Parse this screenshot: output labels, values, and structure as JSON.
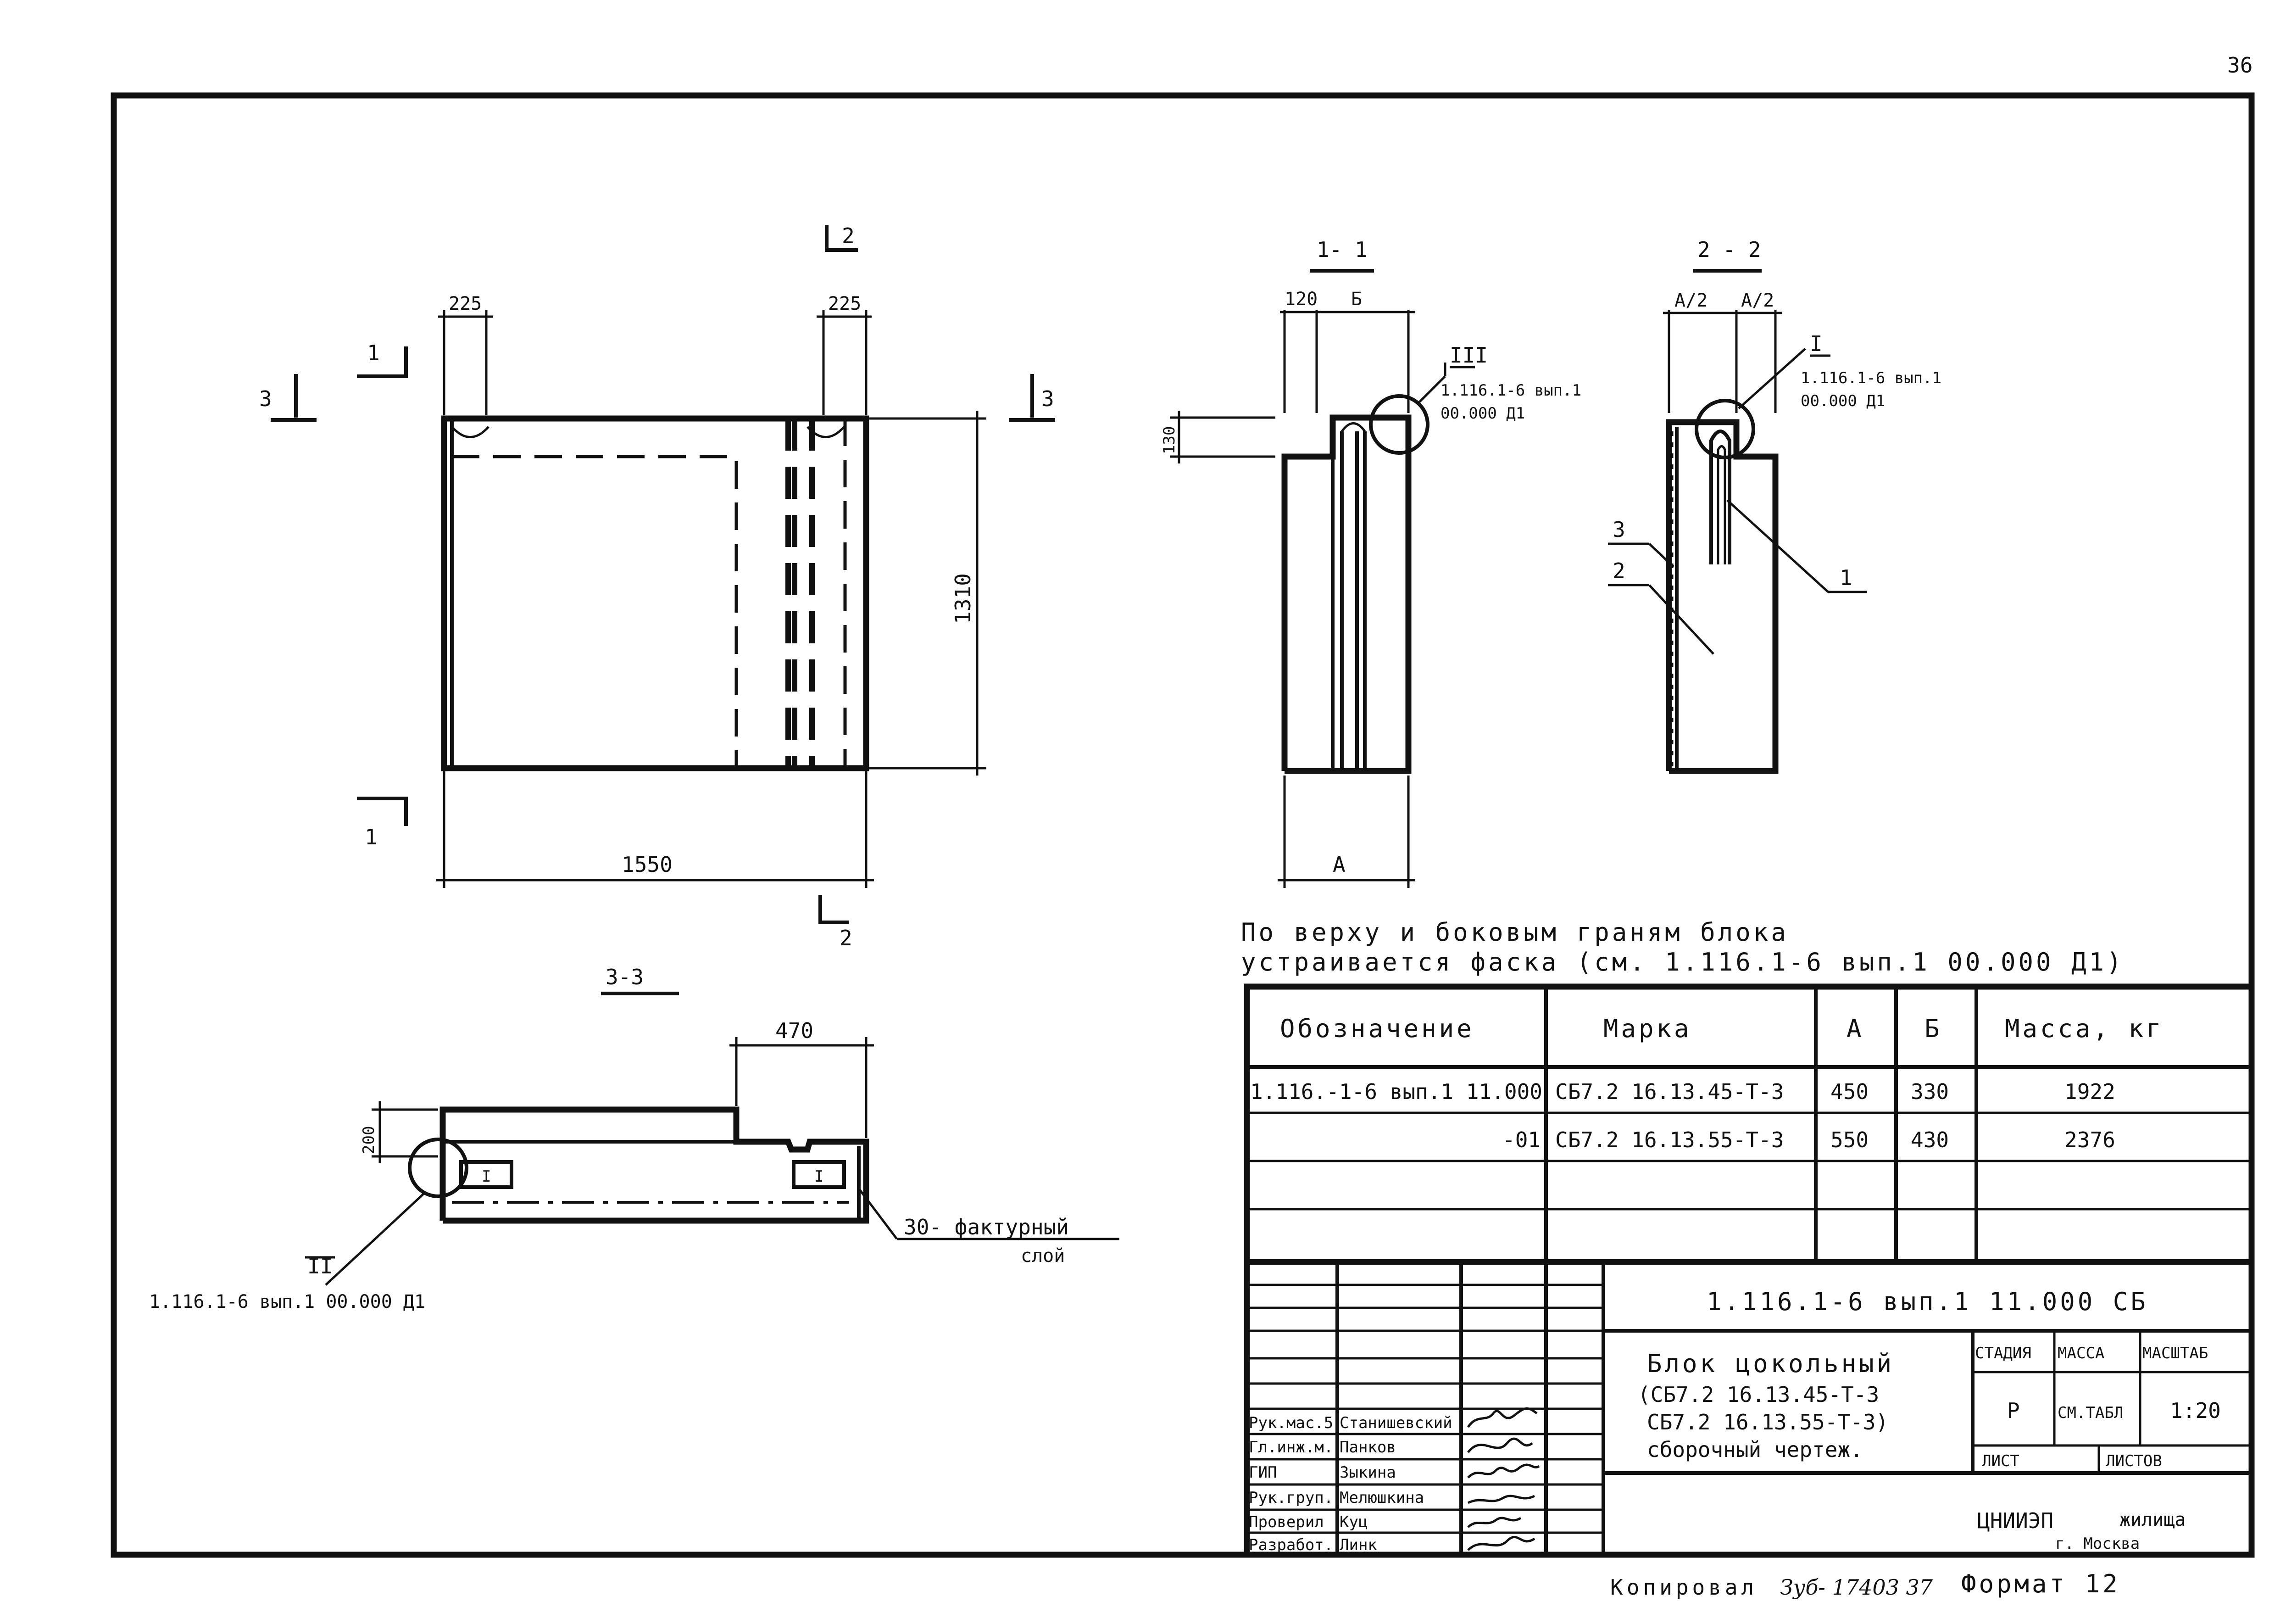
{
  "page_number": "36",
  "views": {
    "plan": {
      "dim_left_top": "225",
      "dim_right_top": "225",
      "dim_bottom": "1550",
      "dim_height": "1310",
      "sect_1_top": "1",
      "sect_1_bottom": "1",
      "sect_2_top": "2",
      "sect_2_bottom": "2",
      "sect_3_left": "3",
      "sect_3_right": "3"
    },
    "section_1_1": {
      "title": "1- 1",
      "dim_120": "120",
      "dim_b": "Б",
      "dim_130": "130",
      "dim_a": "А",
      "callout_num": "III",
      "callout_ref1": "1.116.1-6 вып.1",
      "callout_ref2": "00.000 Д1"
    },
    "section_2_2": {
      "title": "2 - 2",
      "dim_a2_left": "А/2",
      "dim_a2_right": "А/2",
      "callout_num": "I",
      "callout_ref1": "1.116.1-6 вып.1",
      "callout_ref2": "00.000 Д1",
      "pos_1": "1",
      "pos_2": "2",
      "pos_3": "3"
    },
    "section_3_3": {
      "title": "3-3",
      "dim_470": "470",
      "dim_200": "200",
      "loop_label": "I",
      "callout_num": "II",
      "callout_ref": "1.116.1-6 вып.1 00.000 Д1",
      "layer_note_1": "30- фактурный",
      "layer_note_2": "слой"
    }
  },
  "note": {
    "line1": "По верху и боковым граням блока",
    "line2": "устраивается фаска (см. 1.116.1-6 вып.1 00.000 Д1)"
  },
  "spec_table": {
    "headers": [
      "Обозначение",
      "Марка",
      "А",
      "Б",
      "Масса, кг"
    ],
    "rows": [
      [
        "1.116.-1-6 вып.1 11.000",
        "СБ7.2 16.13.45-Т-3",
        "450",
        "330",
        "1922"
      ],
      [
        "-01",
        "СБ7.2 16.13.55-Т-3",
        "550",
        "430",
        "2376"
      ]
    ]
  },
  "title_block": {
    "doc_code": "1.116.1-6 вып.1   11.000 СБ",
    "name_1": "Блок цокольный",
    "name_2": "(СБ7.2 16.13.45-Т-3",
    "name_3": "СБ7.2 16.13.55-Т-3)",
    "name_4": "сборочный чертеж.",
    "stage_header": "СТАДИЯ",
    "mass_header": "МАССА",
    "scale_header": "МАСШТАБ",
    "stage": "Р",
    "mass": "СМ.ТАБЛ",
    "scale": "1:20",
    "sheet_label": "ЛИСТ",
    "sheets_label": "ЛИСТОВ",
    "org_main": "ЦНИИЭП",
    "org_suffix": "жилища",
    "org_city": "г. Москва",
    "people": [
      {
        "role": "Рук.мас.5",
        "name": "Станишевский"
      },
      {
        "role": "Гл.инж.м.",
        "name": "Панков"
      },
      {
        "role": "ГИП",
        "name": "Зыкина"
      },
      {
        "role": "Рук.груп.",
        "name": "Мелюшкина"
      },
      {
        "role": "Проверил",
        "name": "Куц"
      },
      {
        "role": "Разработ.",
        "name": "Линк"
      }
    ]
  },
  "footer": {
    "copied": "Копировал",
    "copied_sign": "Зуб- 17403 37",
    "format": "Формат 12"
  }
}
